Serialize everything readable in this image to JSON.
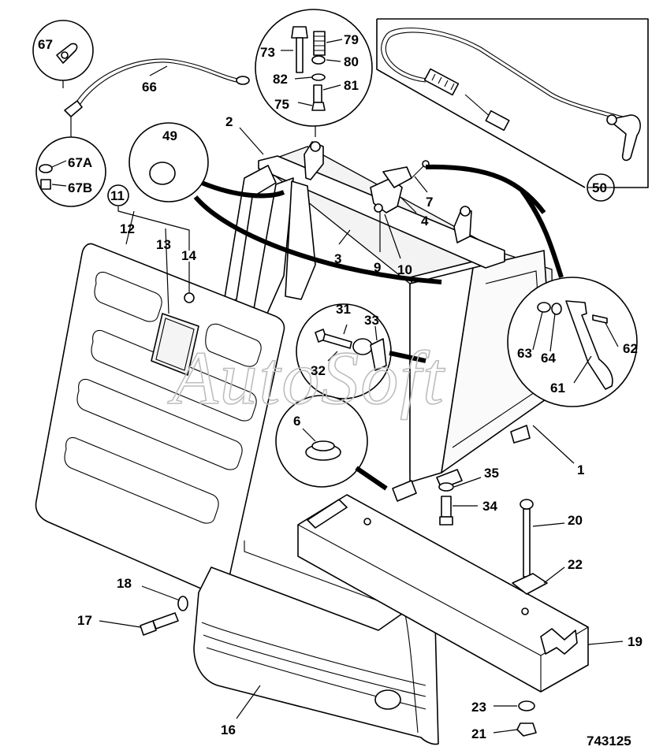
{
  "watermark": "AutoSoft",
  "drawing_number": "743125",
  "callouts": {
    "c1": "1",
    "c2": "2",
    "c3": "3",
    "c4": "4",
    "c6": "6",
    "c7": "7",
    "c9": "9",
    "c10": "10",
    "c11": "11",
    "c12": "12",
    "c13": "13",
    "c14": "14",
    "c16": "16",
    "c17": "17",
    "c18": "18",
    "c19": "19",
    "c20": "20",
    "c21": "21",
    "c22": "22",
    "c23": "23",
    "c31": "31",
    "c32": "32",
    "c33": "33",
    "c34": "34",
    "c35": "35",
    "c49": "49",
    "c50": "50",
    "c61": "61",
    "c62": "62",
    "c63": "63",
    "c64": "64",
    "c66": "66",
    "c67": "67",
    "c67a": "67A",
    "c67b": "67B",
    "c73": "73",
    "c75": "75",
    "c79": "79",
    "c80": "80",
    "c81": "81",
    "c82": "82"
  }
}
